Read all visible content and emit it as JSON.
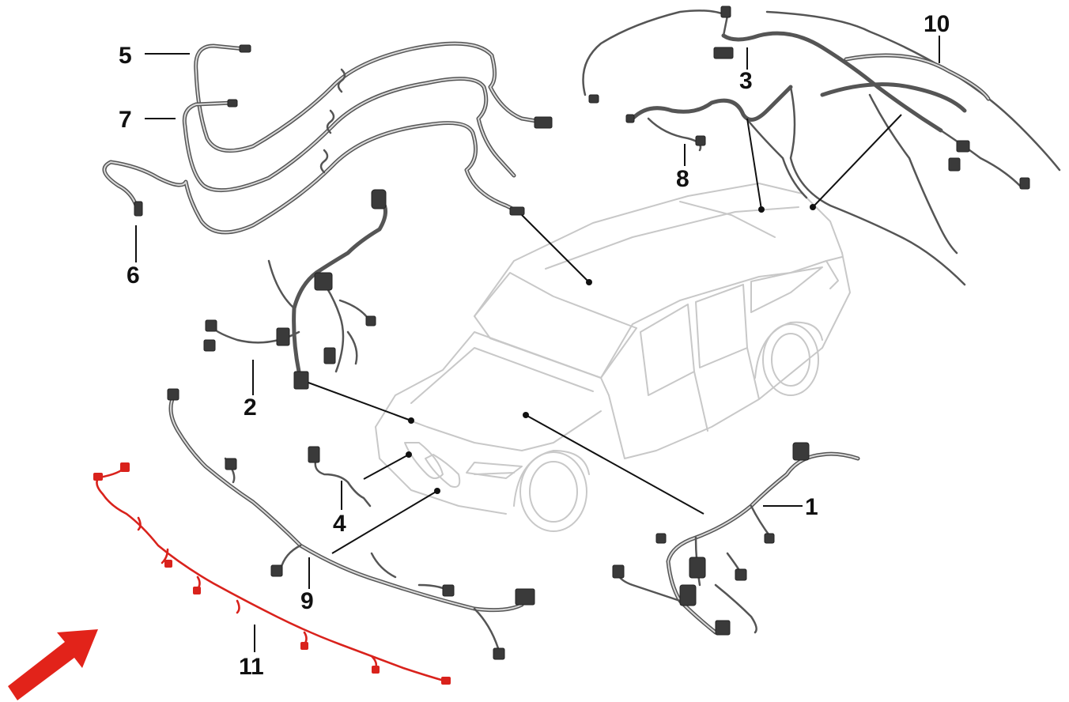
{
  "labels": {
    "l1": "1",
    "l2": "2",
    "l3": "3",
    "l4": "4",
    "l5": "5",
    "l6": "6",
    "l7": "7",
    "l8": "8",
    "l9": "9",
    "l10": "10",
    "l11": "11"
  },
  "highlighted_part": "11",
  "colors": {
    "highlight": "#d9221c",
    "arrow": "#e2231a",
    "wire": "#555555",
    "car_outline": "#c8c8c8",
    "leader": "#111111"
  }
}
